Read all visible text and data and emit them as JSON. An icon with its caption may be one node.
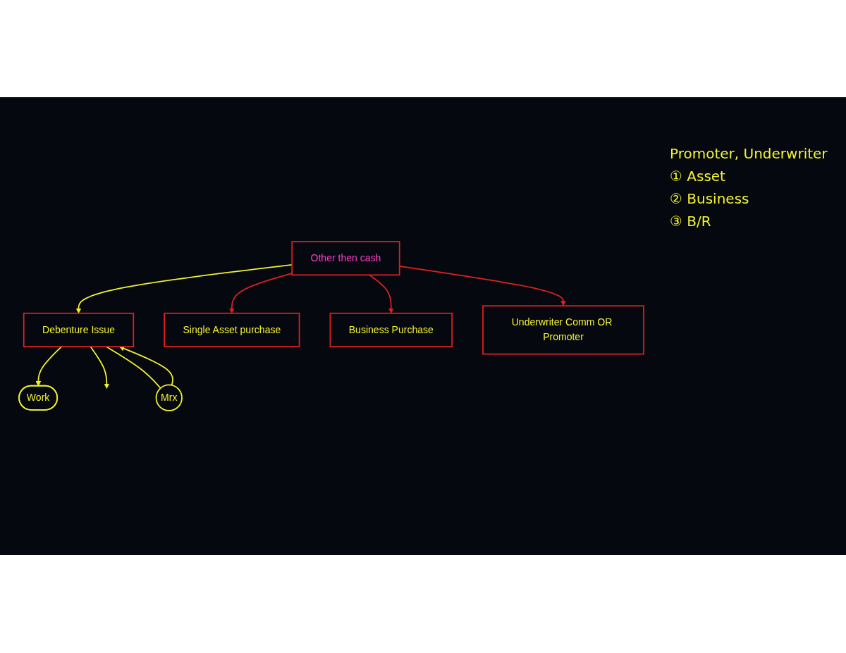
{
  "diagram": {
    "nodes": [
      {
        "text": [
          "Other then cash"
        ]
      },
      {
        "text": [
          "Debenture Issue"
        ]
      },
      {
        "text": [
          "Single Asset purchase"
        ]
      },
      {
        "text": [
          "Business Purchase"
        ]
      },
      {
        "text": [
          "Underwriter Comm OR Promoter"
        ]
      },
      {
        "text": [
          "Work"
        ]
      },
      {
        "text": [
          "Mrx"
        ]
      }
    ],
    "edges": [
      {
        "from": 0,
        "to": 1,
        "arrow": "to"
      },
      {
        "from": 0,
        "to": 2,
        "arrow": "to",
        "color": "#e02020"
      },
      {
        "from": 0,
        "to": 3,
        "arrow": "to",
        "color": "#e02020"
      },
      {
        "from": 0,
        "to": 4,
        "arrow": "to",
        "color": "#e02020"
      },
      {
        "from": 1,
        "to": 5,
        "arrow": "to"
      },
      {
        "from": 1,
        "to": null,
        "arrow": "to"
      },
      {
        "from": 1,
        "to": 6,
        "arrow": "none"
      },
      {
        "from": 6,
        "to": 1,
        "arrow": "to"
      }
    ],
    "labels": [
      "Promoter, Underwriter",
      "① Asset",
      "② Business",
      "③ B/R"
    ]
  }
}
